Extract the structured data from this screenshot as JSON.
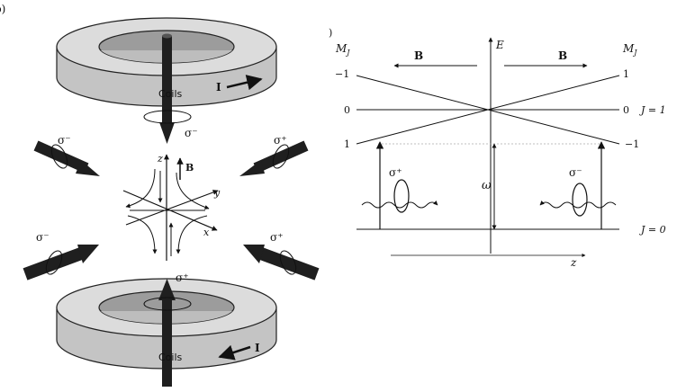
{
  "panel_a": {
    "panel_label": "b)",
    "top_coils_label": "Coils",
    "bottom_coils_label": "Coils",
    "top_current_label": "I",
    "bottom_current_label": "I",
    "top_beam_sigma": "σ⁻",
    "bottom_beam_sigma": "σ⁺",
    "left_upper_sigma": "σ⁻",
    "right_upper_sigma": "σ⁺",
    "left_lower_sigma": "σ⁻",
    "right_lower_sigma": "σ⁺",
    "axis_z": "z",
    "axis_y": "y",
    "axis_x": "x",
    "field_label": "B"
  },
  "panel_b": {
    "panel_label": ")",
    "energy_axis": "E",
    "position_axis": "z",
    "mj_left": "M",
    "mj_right": "M",
    "mj_sub": "J",
    "b_left": "B",
    "b_right": "B",
    "left_levels": [
      "−1",
      "0",
      "1"
    ],
    "right_levels": [
      "1",
      "0",
      "−1"
    ],
    "j1_label": "J = 1",
    "j0_label": "J = 0",
    "omega": "ω",
    "sigma_plus": "σ⁺",
    "sigma_minus": "σ⁻"
  },
  "colors": {
    "coil_top": "#d9d9d9",
    "coil_side": "#bfbfbf",
    "coil_hole": "#9a9a9a",
    "beam": "#1f1f1f"
  }
}
